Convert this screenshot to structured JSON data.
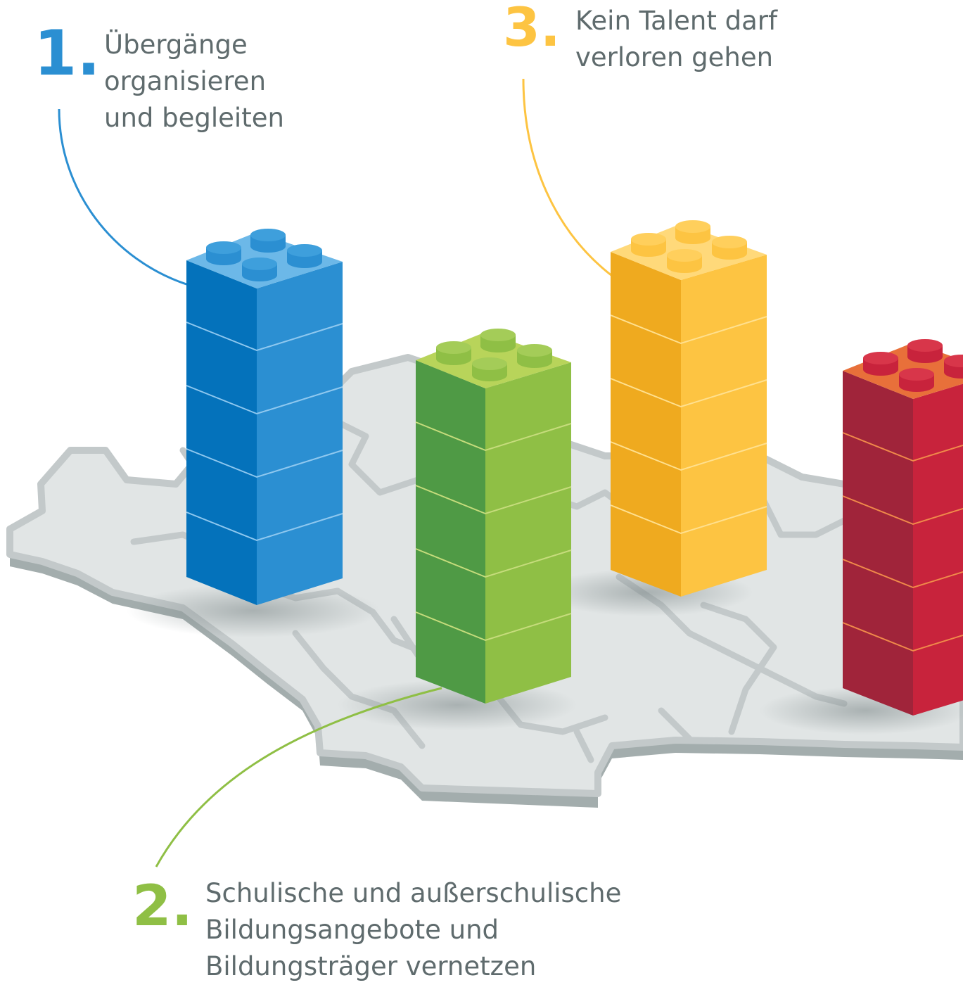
{
  "colors": {
    "blue": "#2b8fd2",
    "green": "#8fbf45",
    "yellow": "#fdc442",
    "red": "#c8233c",
    "text": "#5f6b6d",
    "map": "#dfe3e3",
    "map_border": "#c2c8c9"
  },
  "callouts": [
    {
      "number": "1.",
      "lines": [
        "Übergänge",
        "organisieren",
        "und begleiten"
      ],
      "color": "blue"
    },
    {
      "number": "2.",
      "lines": [
        "Schulische und außerschulische",
        "Bildungsangebote und",
        "Bildungsträger vernetzen"
      ],
      "color": "green"
    },
    {
      "number": "3.",
      "lines": [
        "Kein Talent darf",
        "verloren gehen"
      ],
      "color": "yellow"
    }
  ],
  "towers": [
    {
      "name": "blue-tower",
      "color": "blue",
      "bricks": 5
    },
    {
      "name": "green-tower",
      "color": "green",
      "bricks": 5
    },
    {
      "name": "yellow-tower",
      "color": "yellow",
      "bricks": 5
    },
    {
      "name": "red-tower",
      "color": "red",
      "bricks": 5
    }
  ]
}
